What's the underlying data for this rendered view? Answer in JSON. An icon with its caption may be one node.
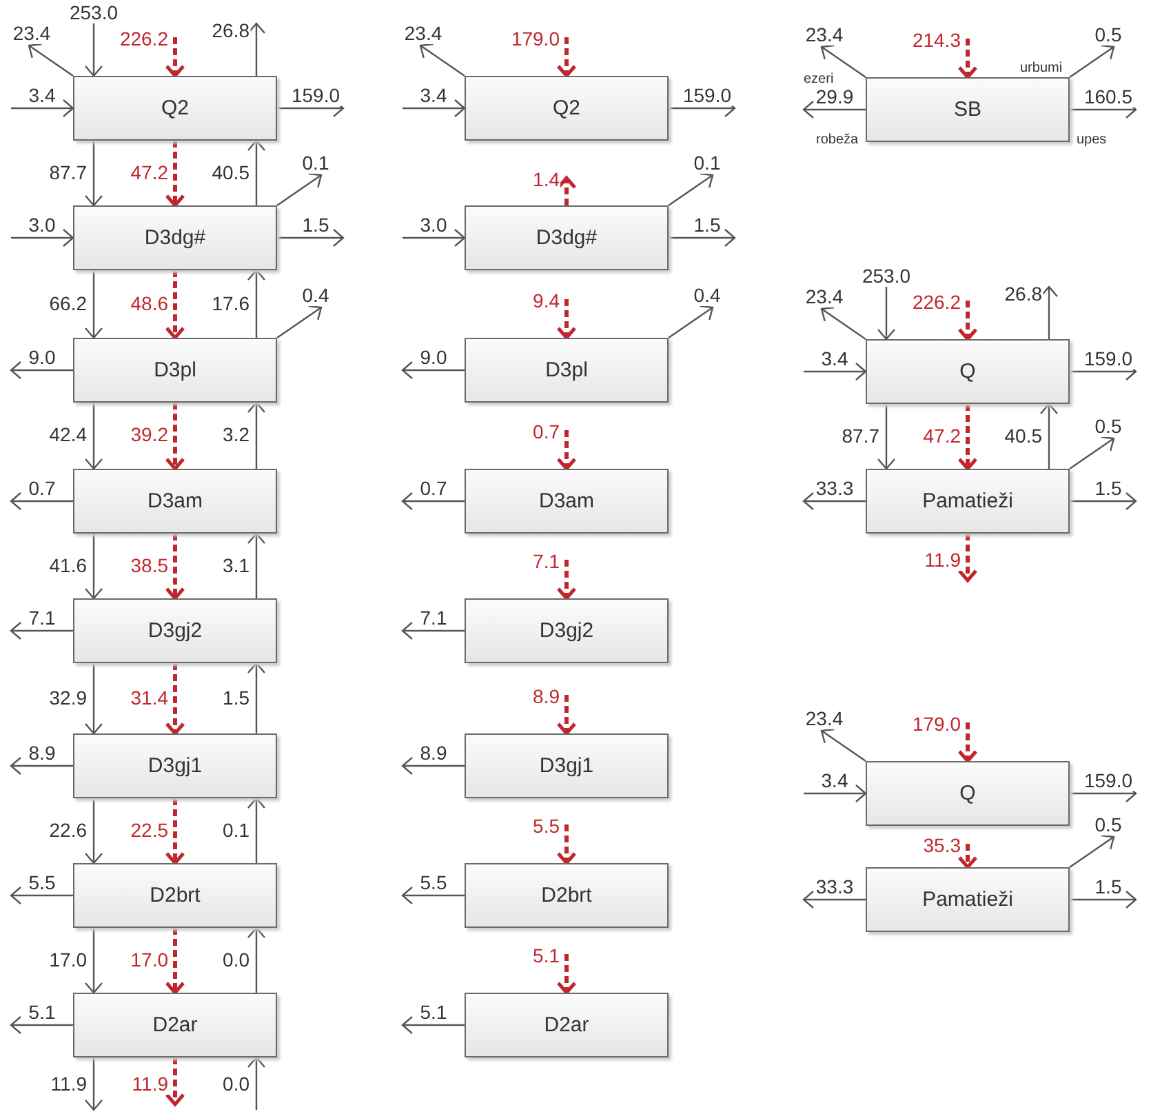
{
  "diagram": {
    "nodes": [
      {
        "text": [
          "Q2"
        ]
      },
      {
        "text": [
          "D3dg#"
        ]
      },
      {
        "text": [
          "D3pl"
        ]
      },
      {
        "text": [
          "D3am"
        ]
      },
      {
        "text": [
          "D3gj2"
        ]
      },
      {
        "text": [
          "D3gj1"
        ]
      },
      {
        "text": [
          "D2brt"
        ]
      },
      {
        "text": [
          "D2ar"
        ]
      },
      {
        "text": [
          "Q2"
        ]
      },
      {
        "text": [
          "D3dg#"
        ]
      },
      {
        "text": [
          "D3pl"
        ]
      },
      {
        "text": [
          "D3am"
        ]
      },
      {
        "text": [
          "D3gj2"
        ]
      },
      {
        "text": [
          "D3gj1"
        ]
      },
      {
        "text": [
          "D2brt"
        ]
      },
      {
        "text": [
          "D2ar"
        ]
      },
      {
        "text": [
          "SB"
        ]
      },
      {
        "text": [
          "Q"
        ]
      },
      {
        "text": [
          "Pamatieži"
        ]
      },
      {
        "text": [
          "Q"
        ]
      },
      {
        "text": [
          "Pamatieži"
        ]
      }
    ],
    "edges": [
      {
        "from": null,
        "to": 0,
        "arrow": "to",
        "label": "253.0"
      },
      {
        "from": null,
        "to": 0,
        "arrow": "to",
        "label": "226.2",
        "style": "dashed",
        "color": "#c0272d"
      },
      {
        "from": 0,
        "to": null,
        "arrow": "to",
        "label": "23.4"
      },
      {
        "from": 0,
        "to": null,
        "arrow": "to",
        "label": "26.8"
      },
      {
        "from": null,
        "to": 0,
        "arrow": "to",
        "label": "3.4"
      },
      {
        "from": 0,
        "to": null,
        "arrow": "to",
        "label": "159.0"
      },
      {
        "from": 0,
        "to": 1,
        "arrow": "to",
        "label": "87.7"
      },
      {
        "from": 0,
        "to": 1,
        "arrow": "to",
        "label": "47.2",
        "style": "dashed",
        "color": "#c0272d"
      },
      {
        "from": 1,
        "to": 0,
        "arrow": "to",
        "label": "40.5"
      },
      {
        "from": 1,
        "to": null,
        "arrow": "to",
        "label": "0.1"
      },
      {
        "from": null,
        "to": 1,
        "arrow": "to",
        "label": "3.0"
      },
      {
        "from": 1,
        "to": null,
        "arrow": "to",
        "label": "1.5"
      },
      {
        "from": 1,
        "to": 2,
        "arrow": "to",
        "label": "66.2"
      },
      {
        "from": 1,
        "to": 2,
        "arrow": "to",
        "label": "48.6",
        "style": "dashed",
        "color": "#c0272d"
      },
      {
        "from": 2,
        "to": 1,
        "arrow": "to",
        "label": "17.6"
      },
      {
        "from": 2,
        "to": null,
        "arrow": "to",
        "label": "0.4"
      },
      {
        "from": 2,
        "to": null,
        "arrow": "to",
        "label": "9.0"
      },
      {
        "from": 2,
        "to": 3,
        "arrow": "to",
        "label": "42.4"
      },
      {
        "from": 2,
        "to": 3,
        "arrow": "to",
        "label": "39.2",
        "style": "dashed",
        "color": "#c0272d"
      },
      {
        "from": 3,
        "to": 2,
        "arrow": "to",
        "label": "3.2"
      },
      {
        "from": 3,
        "to": null,
        "arrow": "to",
        "label": "0.7"
      },
      {
        "from": 3,
        "to": 4,
        "arrow": "to",
        "label": "41.6"
      },
      {
        "from": 3,
        "to": 4,
        "arrow": "to",
        "label": "38.5",
        "style": "dashed",
        "color": "#c0272d"
      },
      {
        "from": 4,
        "to": 3,
        "arrow": "to",
        "label": "3.1"
      },
      {
        "from": 4,
        "to": null,
        "arrow": "to",
        "label": "7.1"
      },
      {
        "from": 4,
        "to": 5,
        "arrow": "to",
        "label": "32.9"
      },
      {
        "from": 4,
        "to": 5,
        "arrow": "to",
        "label": "31.4",
        "style": "dashed",
        "color": "#c0272d"
      },
      {
        "from": 5,
        "to": 4,
        "arrow": "to",
        "label": "1.5"
      },
      {
        "from": 5,
        "to": null,
        "arrow": "to",
        "label": "8.9"
      },
      {
        "from": 5,
        "to": 6,
        "arrow": "to",
        "label": "22.6"
      },
      {
        "from": 5,
        "to": 6,
        "arrow": "to",
        "label": "22.5",
        "style": "dashed",
        "color": "#c0272d"
      },
      {
        "from": 6,
        "to": 5,
        "arrow": "to",
        "label": "0.1"
      },
      {
        "from": 6,
        "to": null,
        "arrow": "to",
        "label": "5.5"
      },
      {
        "from": 6,
        "to": 7,
        "arrow": "to",
        "label": "17.0"
      },
      {
        "from": 6,
        "to": 7,
        "arrow": "to",
        "label": "17.0",
        "style": "dashed",
        "color": "#c0272d"
      },
      {
        "from": 7,
        "to": 6,
        "arrow": "to",
        "label": "0.0"
      },
      {
        "from": 7,
        "to": null,
        "arrow": "to",
        "label": "5.1"
      },
      {
        "from": 7,
        "to": null,
        "arrow": "to",
        "label": "11.9"
      },
      {
        "from": 7,
        "to": null,
        "arrow": "to",
        "label": "11.9",
        "style": "dashed",
        "color": "#c0272d"
      },
      {
        "from": null,
        "to": 7,
        "arrow": "to",
        "label": "0.0"
      },
      {
        "from": null,
        "to": 8,
        "arrow": "to",
        "label": "179.0",
        "style": "dashed",
        "color": "#c0272d"
      },
      {
        "from": 8,
        "to": null,
        "arrow": "to",
        "label": "23.4"
      },
      {
        "from": null,
        "to": 8,
        "arrow": "to",
        "label": "3.4"
      },
      {
        "from": 8,
        "to": null,
        "arrow": "to",
        "label": "159.0"
      },
      {
        "from": 9,
        "to": null,
        "arrow": "to",
        "label": "1.4",
        "style": "dashed",
        "color": "#c0272d"
      },
      {
        "from": 9,
        "to": null,
        "arrow": "to",
        "label": "0.1"
      },
      {
        "from": null,
        "to": 9,
        "arrow": "to",
        "label": "3.0"
      },
      {
        "from": 9,
        "to": null,
        "arrow": "to",
        "label": "1.5"
      },
      {
        "from": null,
        "to": 10,
        "arrow": "to",
        "label": "9.4",
        "style": "dashed",
        "color": "#c0272d"
      },
      {
        "from": 10,
        "to": null,
        "arrow": "to",
        "label": "0.4"
      },
      {
        "from": 10,
        "to": null,
        "arrow": "to",
        "label": "9.0"
      },
      {
        "from": null,
        "to": 11,
        "arrow": "to",
        "label": "0.7",
        "style": "dashed",
        "color": "#c0272d"
      },
      {
        "from": 11,
        "to": null,
        "arrow": "to",
        "label": "0.7"
      },
      {
        "from": null,
        "to": 12,
        "arrow": "to",
        "label": "7.1",
        "style": "dashed",
        "color": "#c0272d"
      },
      {
        "from": 12,
        "to": null,
        "arrow": "to",
        "label": "7.1"
      },
      {
        "from": null,
        "to": 13,
        "arrow": "to",
        "label": "8.9",
        "style": "dashed",
        "color": "#c0272d"
      },
      {
        "from": 13,
        "to": null,
        "arrow": "to",
        "label": "8.9"
      },
      {
        "from": null,
        "to": 14,
        "arrow": "to",
        "label": "5.5",
        "style": "dashed",
        "color": "#c0272d"
      },
      {
        "from": 14,
        "to": null,
        "arrow": "to",
        "label": "5.5"
      },
      {
        "from": null,
        "to": 15,
        "arrow": "to",
        "label": "5.1",
        "style": "dashed",
        "color": "#c0272d"
      },
      {
        "from": 15,
        "to": null,
        "arrow": "to",
        "label": "5.1"
      },
      {
        "from": null,
        "to": 16,
        "arrow": "to",
        "label": "214.3",
        "style": "dashed",
        "color": "#c0272d"
      },
      {
        "from": 16,
        "to": null,
        "arrow": "to",
        "label": "23.4"
      },
      {
        "from": 16,
        "to": null,
        "arrow": "to",
        "label": "0.5"
      },
      {
        "from": 16,
        "to": null,
        "arrow": "to",
        "label": "29.9"
      },
      {
        "from": 16,
        "to": null,
        "arrow": "to",
        "label": "160.5"
      },
      {
        "from": null,
        "to": 17,
        "arrow": "to",
        "label": "253.0"
      },
      {
        "from": null,
        "to": 17,
        "arrow": "to",
        "label": "226.2",
        "style": "dashed",
        "color": "#c0272d"
      },
      {
        "from": 17,
        "to": null,
        "arrow": "to",
        "label": "23.4"
      },
      {
        "from": 17,
        "to": null,
        "arrow": "to",
        "label": "26.8"
      },
      {
        "from": null,
        "to": 17,
        "arrow": "to",
        "label": "3.4"
      },
      {
        "from": 17,
        "to": null,
        "arrow": "to",
        "label": "159.0"
      },
      {
        "from": 17,
        "to": 18,
        "arrow": "to",
        "label": "87.7"
      },
      {
        "from": 17,
        "to": 18,
        "arrow": "to",
        "label": "47.2",
        "style": "dashed",
        "color": "#c0272d"
      },
      {
        "from": 18,
        "to": 17,
        "arrow": "to",
        "label": "40.5"
      },
      {
        "from": 18,
        "to": null,
        "arrow": "to",
        "label": "0.5"
      },
      {
        "from": 18,
        "to": null,
        "arrow": "to",
        "label": "33.3"
      },
      {
        "from": 18,
        "to": null,
        "arrow": "to",
        "label": "1.5"
      },
      {
        "from": 18,
        "to": null,
        "arrow": "to",
        "label": "11.9",
        "style": "dashed",
        "color": "#c0272d"
      },
      {
        "from": null,
        "to": 19,
        "arrow": "to",
        "label": "179.0",
        "style": "dashed",
        "color": "#c0272d"
      },
      {
        "from": 19,
        "to": null,
        "arrow": "to",
        "label": "23.4"
      },
      {
        "from": null,
        "to": 19,
        "arrow": "to",
        "label": "3.4"
      },
      {
        "from": 19,
        "to": null,
        "arrow": "to",
        "label": "159.0"
      },
      {
        "from": null,
        "to": 20,
        "arrow": "to",
        "label": "35.3",
        "style": "dashed",
        "color": "#c0272d"
      },
      {
        "from": 20,
        "to": null,
        "arrow": "to",
        "label": "0.5"
      },
      {
        "from": 20,
        "to": null,
        "arrow": "to",
        "label": "33.3"
      },
      {
        "from": 20,
        "to": null,
        "arrow": "to",
        "label": "1.5"
      }
    ],
    "labels": [
      "ezeri",
      "urbumi",
      "robeža",
      "upes"
    ]
  }
}
